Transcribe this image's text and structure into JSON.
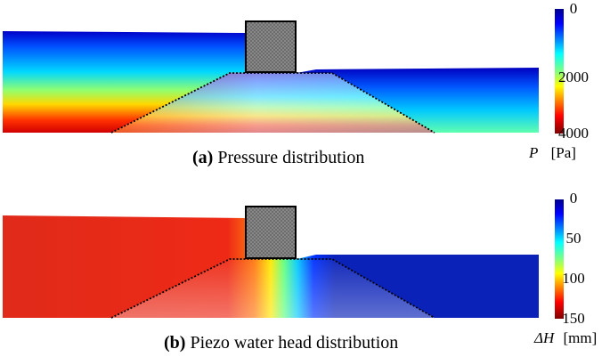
{
  "panel_a": {
    "caption_letter": "(a)",
    "caption_text": "Pressure distribution",
    "colorbar": {
      "symbol": "P",
      "unit": "[Pa]",
      "ticks": [
        "0",
        "2000",
        "4000"
      ],
      "tick_values": [
        0,
        2000,
        4000
      ],
      "range": [
        0,
        4000
      ]
    }
  },
  "panel_b": {
    "caption_letter": "(b)",
    "caption_text": "Piezo water head distribution",
    "colorbar": {
      "symbol": "ΔH",
      "unit": "[mm]",
      "ticks": [
        "0",
        "50",
        "100",
        "150"
      ],
      "tick_values": [
        0,
        50,
        100,
        150
      ],
      "range": [
        0,
        150
      ]
    }
  },
  "colors": {
    "jet_low": "#00007f",
    "jet_mid": "#7fff7f",
    "jet_high": "#7f0000",
    "structure": "#8c8c8c",
    "embankment_outline": "#000000"
  }
}
